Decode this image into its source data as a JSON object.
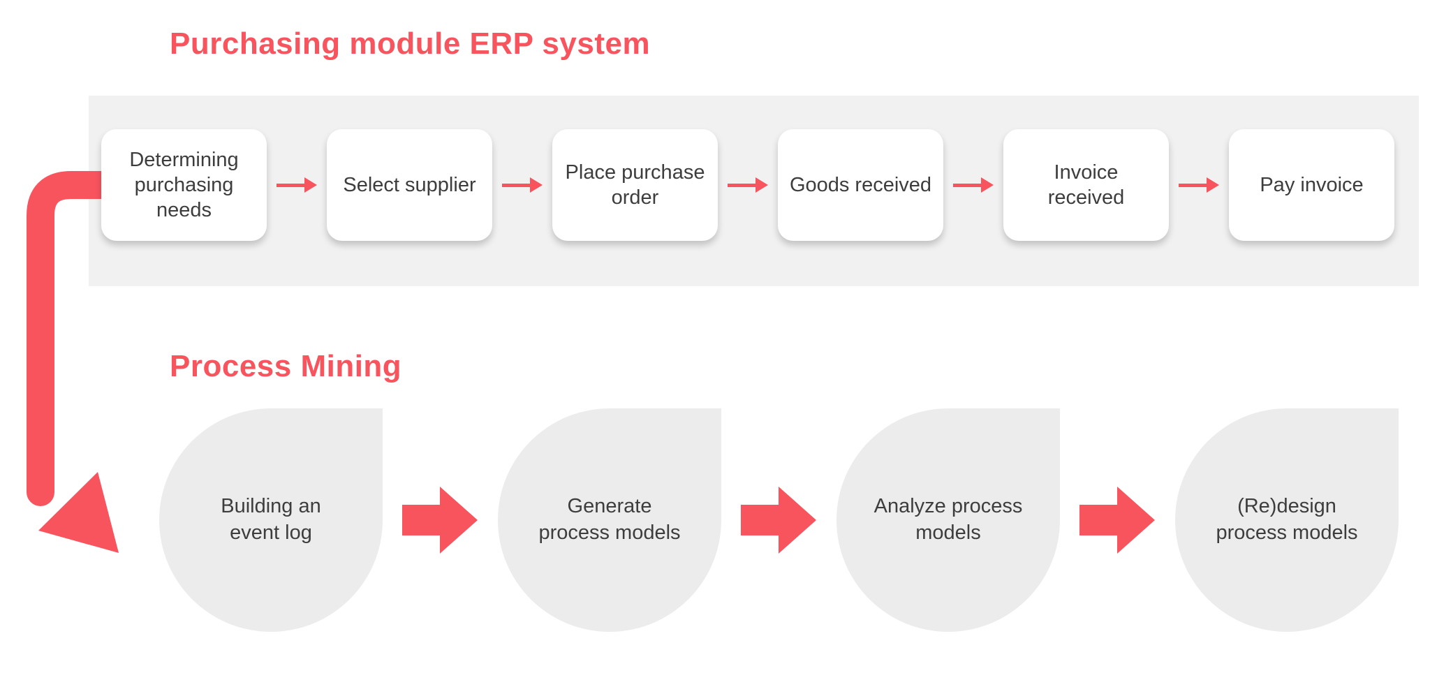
{
  "colors": {
    "accent": "#F8545E",
    "band": "#F1F1F1",
    "node": "#ECECEC",
    "text": "#3D3D3D"
  },
  "erp": {
    "title": "Purchasing module ERP system",
    "steps": [
      "Determining purchasing needs",
      "Select supplier",
      "Place purchase order",
      "Goods received",
      "Invoice received",
      "Pay invoice"
    ]
  },
  "mining": {
    "title": "Process Mining",
    "steps": [
      "Building an event log",
      "Generate process models",
      "Analyze process models",
      "(Re)design process models"
    ]
  }
}
